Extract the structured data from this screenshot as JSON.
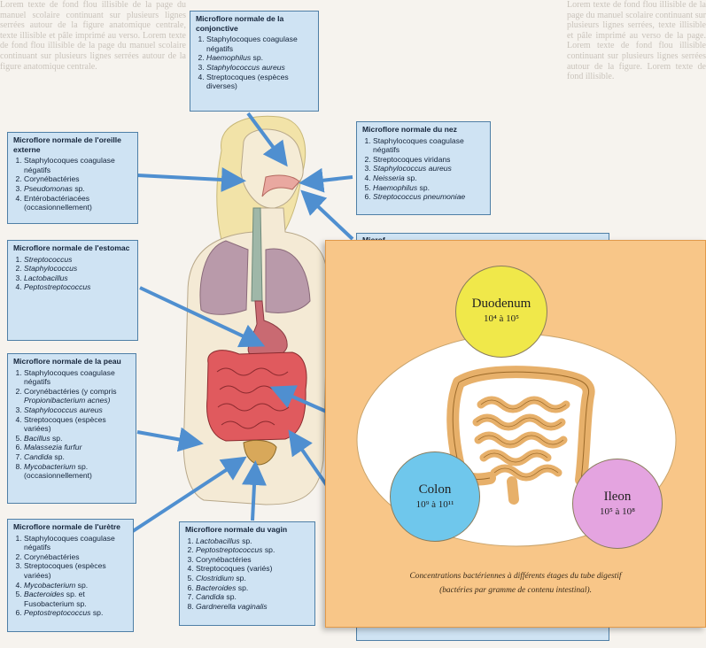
{
  "boxes": {
    "conjonctive": {
      "title": "Microflore normale de la conjonctive",
      "items": [
        {
          "text": "Staphylocoques coagulase négatifs"
        },
        {
          "text": "Haemophilus",
          "suffix": " sp.",
          "italic": true
        },
        {
          "text": "Staphylococcus aureus",
          "italic": true
        },
        {
          "text": "Streptocoques (espèces diverses)"
        }
      ]
    },
    "oreille": {
      "title": "Microflore normale de l'oreille externe",
      "items": [
        {
          "text": "Staphylocoques coagulase négatifs"
        },
        {
          "text": "Corynébactéries"
        },
        {
          "text": "Pseudomonas",
          "suffix": " sp.",
          "italic": true
        },
        {
          "text": "Entérobactériacées (occasionnellement)"
        }
      ]
    },
    "nez": {
      "title": "Microflore normale du nez",
      "items": [
        {
          "text": "Staphylocoques coagulase négatifs"
        },
        {
          "text": "Streptocoques viridans"
        },
        {
          "text": "Staphylococcus aureus",
          "italic": true
        },
        {
          "text": "Neisseria",
          "suffix": " sp.",
          "italic": true
        },
        {
          "text": "Haemophilus",
          "suffix": " sp.",
          "italic": true
        },
        {
          "text": "Streptococcus pneumoniae",
          "italic": true
        }
      ]
    },
    "estomac": {
      "title": "Microflore normale de l'estomac",
      "items": [
        {
          "text": "Streptococcus",
          "italic": true
        },
        {
          "text": "Staphylococcus",
          "italic": true
        },
        {
          "text": "Lactobacillus",
          "italic": true
        },
        {
          "text": "Peptostreptococcus",
          "italic": true
        }
      ]
    },
    "peau": {
      "title": "Microflore normale de la peau",
      "items": [
        {
          "text": "Staphylocoques coagulase négatifs"
        },
        {
          "text": "Corynébactéries (y compris ",
          "suffix": "Propionibacterium acnes)",
          "suffix_italic": true
        },
        {
          "text": "Staphylococcus aureus",
          "italic": true
        },
        {
          "text": "Streptocoques (espèces variées)"
        },
        {
          "text": "Bacillus",
          "suffix": " sp.",
          "italic": true
        },
        {
          "text": "Malassezia furfur",
          "italic": true
        },
        {
          "text": "Candida",
          "suffix": " sp.",
          "italic": true
        },
        {
          "text": "Mycobacterium",
          "suffix": " sp. (occasionnellement)",
          "italic": true
        }
      ]
    },
    "uretre": {
      "title": "Microflore normale de l'urètre",
      "items": [
        {
          "text": "Staphylocoques coagulase négatifs"
        },
        {
          "text": "Corynébactéries"
        },
        {
          "text": "Streptocoques (espèces variées)"
        },
        {
          "text": "Mycobacterium",
          "suffix": " sp.",
          "italic": true
        },
        {
          "text": "Bacteroides",
          "suffix": " sp. et Fusobacterium sp.",
          "italic": true
        },
        {
          "text": "Peptostreptococcus",
          "suffix": " sp.",
          "italic": true
        }
      ]
    },
    "vagin": {
      "title": "Microflore normale du vagin",
      "items": [
        {
          "text": "Lactobacillus",
          "suffix": " sp.",
          "italic": true
        },
        {
          "text": "Peptostreptococcus",
          "suffix": " sp.",
          "italic": true
        },
        {
          "text": "Corynébactéries"
        },
        {
          "text": "Streptocoques (variés)"
        },
        {
          "text": "Clostridium",
          "suffix": " sp.",
          "italic": true
        },
        {
          "text": "Bacteroides",
          "suffix": " sp.",
          "italic": true
        },
        {
          "text": "Candida",
          "suffix": " sp.",
          "italic": true
        },
        {
          "text": "Gardnerella vaginalis",
          "italic": true
        }
      ]
    },
    "hidden_label": "Microf"
  },
  "figure": {
    "duodenum": {
      "name": "Duodenum",
      "value": "10⁴ à 10⁵"
    },
    "colon": {
      "name": "Colon",
      "value": "10⁹ à 10¹¹"
    },
    "ileon": {
      "name": "Ileon",
      "value": "10⁵ à 10⁸"
    },
    "caption_line1": "Concentrations bactériennes à différents étages du tube digestif",
    "caption_line2": "(bactéries par gramme de contenu intestinal)."
  },
  "colors": {
    "box_fill": "#cfe3f3",
    "arrow": "#4f8fd0",
    "figure_bg": "#f8c688",
    "duodenum": "#f0e84a",
    "colon": "#6fc7ec",
    "ileon": "#e4a4e0",
    "intestine": "#e7b06a"
  }
}
